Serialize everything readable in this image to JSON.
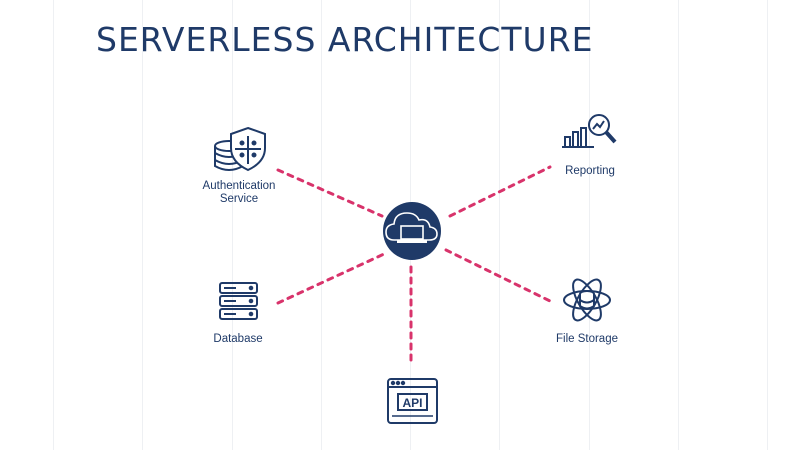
{
  "title": "SERVERLESS ARCHITECTURE",
  "colors": {
    "navy": "#1f3a68",
    "connector": "#d8336b"
  },
  "nodes": [
    {
      "id": "auth",
      "label_line1": "Authentication",
      "label_line2": "Service",
      "icon": "shield-database-icon"
    },
    {
      "id": "reporting",
      "label": "Reporting",
      "icon": "chart-magnifier-icon"
    },
    {
      "id": "database",
      "label": "Database",
      "icon": "server-stack-icon"
    },
    {
      "id": "filestorage",
      "label": "File Storage",
      "icon": "atom-database-icon"
    },
    {
      "id": "api",
      "label": "API",
      "icon": "api-window-icon"
    }
  ],
  "center": {
    "icon": "cloud-laptop-icon"
  }
}
